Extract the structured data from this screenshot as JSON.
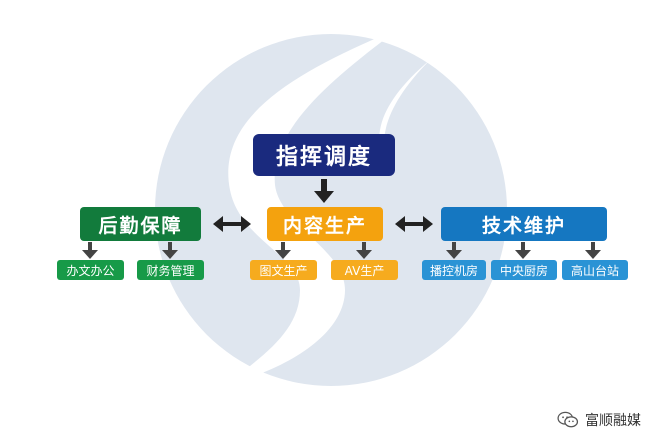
{
  "diagram": {
    "top": {
      "label": "指挥调度"
    },
    "main": [
      {
        "id": "logistics",
        "label": "后勤保障",
        "children": [
          "办文办公",
          "财务管理"
        ]
      },
      {
        "id": "content",
        "label": "内容生产",
        "children": [
          "图文生产",
          "AV生产"
        ]
      },
      {
        "id": "tech",
        "label": "技术维护",
        "children": [
          "播控机房",
          "中央厨房",
          "高山台站"
        ]
      }
    ]
  },
  "watermark": {
    "text": "富顺融媒",
    "icon": "wechat-icon"
  },
  "colors": {
    "command": "#1a2a7e",
    "logistics": "#127b3c",
    "content": "#f4a20e",
    "tech": "#1577c1",
    "background_logo": "#dde5ee"
  }
}
